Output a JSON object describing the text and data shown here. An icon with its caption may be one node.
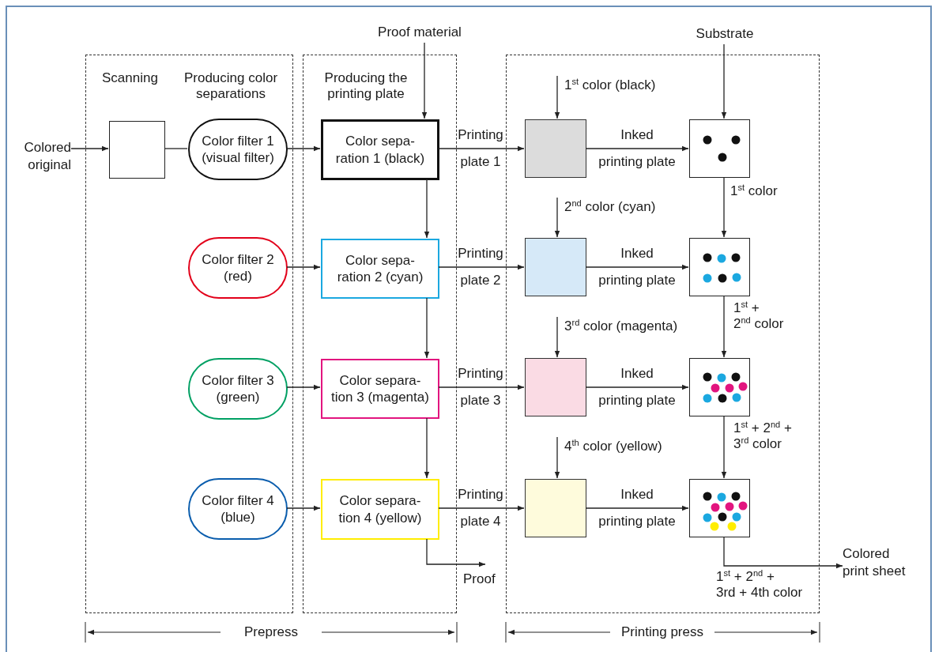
{
  "diagram": {
    "nodes": [
      {
        "text": [
          "Scanning",
          "Producing color separations"
        ]
      },
      {
        "text": [
          "Producing the printing plate"
        ]
      },
      {
        "text": [],
        "shape": "box"
      },
      {
        "text": [
          "Colored original"
        ]
      },
      {
        "text": [],
        "shape": "box",
        "in": 0
      },
      {
        "text": [
          "Color filter 1 (visual filter)"
        ],
        "in": 0
      },
      {
        "text": [
          "Color filter 2 (red)"
        ],
        "in": 0
      },
      {
        "text": [
          "Color filter 3 (green)"
        ],
        "in": 0
      },
      {
        "text": [
          "Color filter 4 (blue)"
        ],
        "in": 0
      },
      {
        "text": [
          "Color sepa- ration 1 (black)"
        ],
        "in": 1
      },
      {
        "text": [
          "Color sepa- ration 2 (cyan)"
        ],
        "in": 1
      },
      {
        "text": [
          "Color separa- tion 3 (magenta)"
        ],
        "in": 1
      },
      {
        "text": [
          "Color separa- tion 4 (yellow)"
        ],
        "in": 1
      },
      {
        "text": [
          "Proof material"
        ]
      },
      {
        "text": [
          "Proof"
        ]
      },
      {
        "text": [],
        "shape": "box",
        "in": 2
      },
      {
        "text": [],
        "shape": "box",
        "in": 2
      },
      {
        "text": [],
        "shape": "box",
        "in": 2
      },
      {
        "text": [],
        "shape": "box",
        "in": 2
      },
      {
        "text": [],
        "shape": "box",
        "in": 2
      },
      {
        "text": [],
        "shape": "box",
        "in": 2
      },
      {
        "text": [],
        "shape": "box",
        "in": 2
      },
      {
        "text": [],
        "shape": "box",
        "in": 2
      },
      {
        "text": [
          "Substrate"
        ]
      },
      {
        "text": [
          "1$^{st}$ color (black)"
        ],
        "in": 2
      },
      {
        "text": [
          "2$^{nd}$ color (cyan)"
        ],
        "in": 2
      },
      {
        "text": [
          "3$^{rd}$ color (magenta)"
        ],
        "in": 2
      },
      {
        "text": [
          "4$^{th}$ color (yellow)"
        ],
        "in": 2
      },
      {
        "text": [
          "Colored print sheet"
        ]
      }
    ],
    "edges": [
      {
        "from": 3,
        "to": 4,
        "arrow": "to"
      },
      {
        "from": 4,
        "to": 5,
        "arrow": "none"
      },
      {
        "from": 5,
        "to": 9,
        "arrow": "to"
      },
      {
        "from": 6,
        "to": 10,
        "arrow": "to"
      },
      {
        "from": 7,
        "to": 11,
        "arrow": "to"
      },
      {
        "from": 8,
        "to": 12,
        "arrow": "to"
      },
      {
        "from": 9,
        "to": 10,
        "arrow": "to"
      },
      {
        "from": 10,
        "to": 11,
        "arrow": "to"
      },
      {
        "from": 11,
        "to": 12,
        "arrow": "to"
      },
      {
        "from": 13,
        "to": 9,
        "arrow": "to"
      },
      {
        "from": 12,
        "to": 14,
        "arrow": "to"
      },
      {
        "from": 9,
        "to": 15,
        "arrow": "to",
        "label": "Printing plate 1"
      },
      {
        "from": 10,
        "to": 16,
        "arrow": "to",
        "label": "Printing plate 2"
      },
      {
        "from": 11,
        "to": 17,
        "arrow": "to",
        "label": "Printing plate 3"
      },
      {
        "from": 12,
        "to": 18,
        "arrow": "to",
        "label": "Printing plate 4"
      },
      {
        "from": 15,
        "to": 19,
        "arrow": "to",
        "label": "Inked printing plate"
      },
      {
        "from": 16,
        "to": 20,
        "arrow": "to",
        "label": "Inked printing plate"
      },
      {
        "from": 17,
        "to": 21,
        "arrow": "to",
        "label": "Inked printing plate"
      },
      {
        "from": 18,
        "to": 22,
        "arrow": "to",
        "label": "Inked printing plate"
      },
      {
        "from": 23,
        "to": 19,
        "arrow": "to"
      },
      {
        "from": 19,
        "to": 20,
        "arrow": "to",
        "label": "1$^{st}$ color"
      },
      {
        "from": 20,
        "to": 21,
        "arrow": "to",
        "label": "1$^{st}$ + 2$^{nd}$ color"
      },
      {
        "from": 21,
        "to": 22,
        "arrow": "to",
        "label": "1$^{st}$ + 2$^{nd}$ + 3$^{rd}$ color"
      },
      {
        "from": 22,
        "to": 28,
        "arrow": "to",
        "label": "1$^{st}$ + 2$^{nd}$ + 3rd + 4th color"
      },
      {
        "from": 24,
        "to": 15,
        "arrow": "to"
      },
      {
        "from": 25,
        "to": 16,
        "arrow": "to"
      },
      {
        "from": 26,
        "to": 17,
        "arrow": "to"
      },
      {
        "from": 27,
        "to": 18,
        "arrow": "to"
      }
    ],
    "labels": [
      "Prepress",
      "Printing press"
    ]
  }
}
